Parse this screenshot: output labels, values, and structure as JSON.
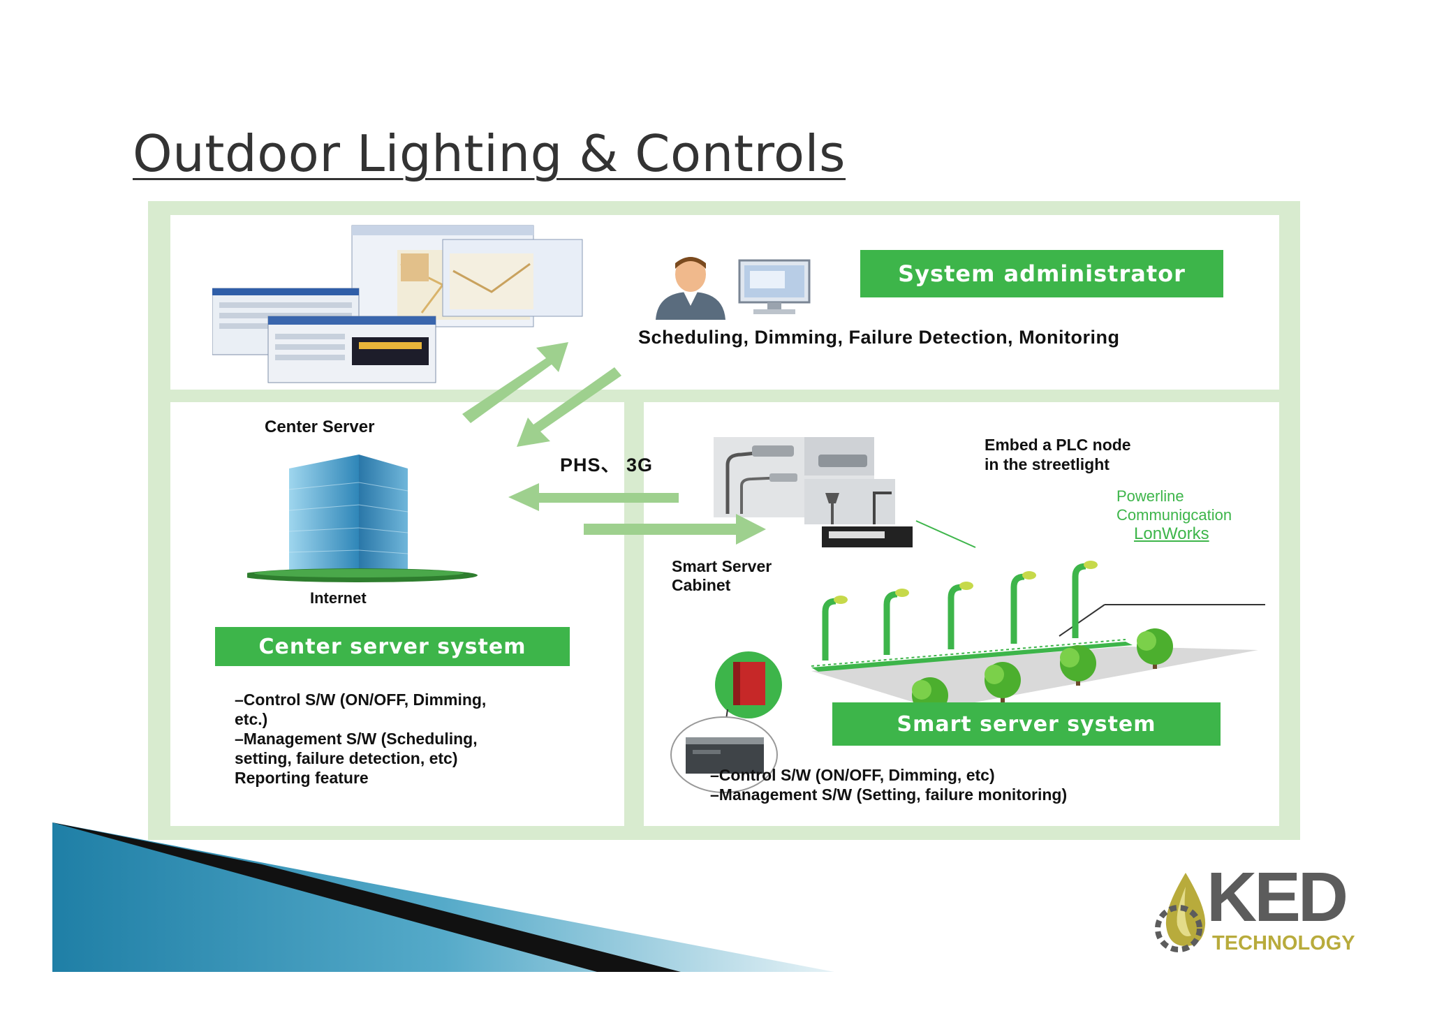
{
  "title": "Outdoor Lighting & Controls",
  "admin": {
    "label": "System administrator",
    "functions": "Scheduling, Dimming, Failure Detection, Monitoring"
  },
  "center": {
    "server_label": "Center Server",
    "internet_label": "Internet",
    "system_label": "Center server system",
    "features": [
      "–Control S/W  (ON/OFF, Dimming,",
      "  etc.)",
      "–Management S/W (Scheduling,",
      "  setting, failure detection, etc)",
      "  Reporting feature"
    ]
  },
  "link_label": "PHS、 3G",
  "smart": {
    "plc_note": [
      "Embed a PLC node",
      "in the streetlight"
    ],
    "plc_labels": [
      "Powerline",
      "Communigcation",
      "LonWorks"
    ],
    "cabinet_label": [
      "Smart Server",
      "Cabinet"
    ],
    "system_label": "Smart server system",
    "features": [
      "–Control S/W  (ON/OFF, Dimming, etc)",
      "–Management S/W (Setting, failure monitoring)"
    ]
  },
  "logo": {
    "name": "KED",
    "sub": "TECHNOLOGY"
  },
  "colors": {
    "accent_green": "#3db54a",
    "frame_green": "#d8ebcf",
    "arrow_green": "#9ed08e",
    "logo_gray": "#5c5c5c",
    "logo_gold": "#b8ab3c"
  }
}
